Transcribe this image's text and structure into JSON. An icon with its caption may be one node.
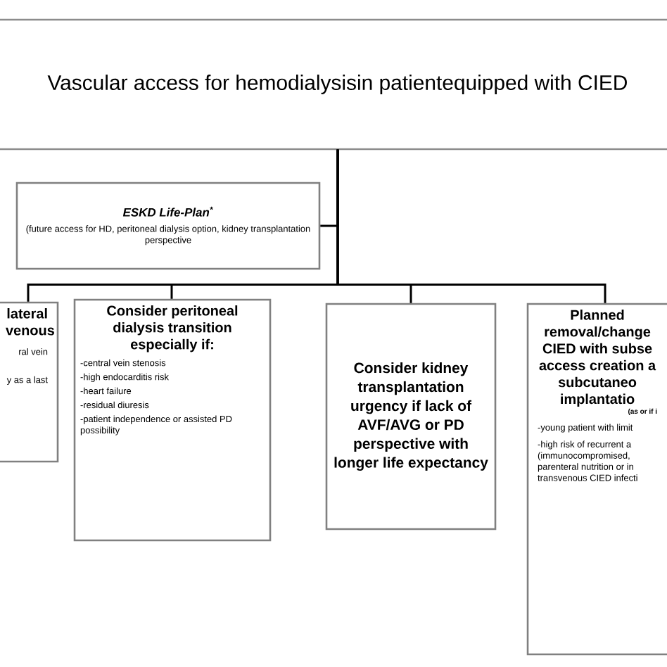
{
  "diagram": {
    "nodes": [
      {
        "text": [
          "Vascular access for hemodialysisin patientequipped with CIED"
        ]
      },
      {
        "text": [
          "ESKD Life-Plan$^{*}$",
          "(future access for HD, peritoneal dialysis option, kidney transplantation perspective"
        ]
      },
      {
        "text": [
          "lateral venous",
          "ral vein",
          "y as a last"
        ]
      },
      {
        "text": [
          "Consider peritoneal dialysis transition especially if:",
          "-central vein stenosis",
          "-high endocarditis risk",
          "-heart failure",
          "-residual diuresis",
          "-patient independence or assisted PD possibility"
        ]
      },
      {
        "text": [
          "Consider kidney transplantation urgency if lack of AVF/AVG or PD perspective with longer life expectancy"
        ]
      },
      {
        "text": [
          "Planned removal/change CIED with subse access creation a subcutaneo implantatio",
          "(as or if i",
          "-young patient with limit",
          "-high risk of recurrent a (immunocompromised, parenteral nutrition or in transvenous CIED infecti"
        ]
      }
    ],
    "edges": [
      {
        "from": 0,
        "to": 1,
        "arrow": "none"
      },
      {
        "from": 0,
        "to": 2,
        "arrow": "none"
      },
      {
        "from": 0,
        "to": 3,
        "arrow": "none"
      },
      {
        "from": 0,
        "to": 4,
        "arrow": "none"
      },
      {
        "from": 0,
        "to": 5,
        "arrow": "none"
      }
    ]
  }
}
